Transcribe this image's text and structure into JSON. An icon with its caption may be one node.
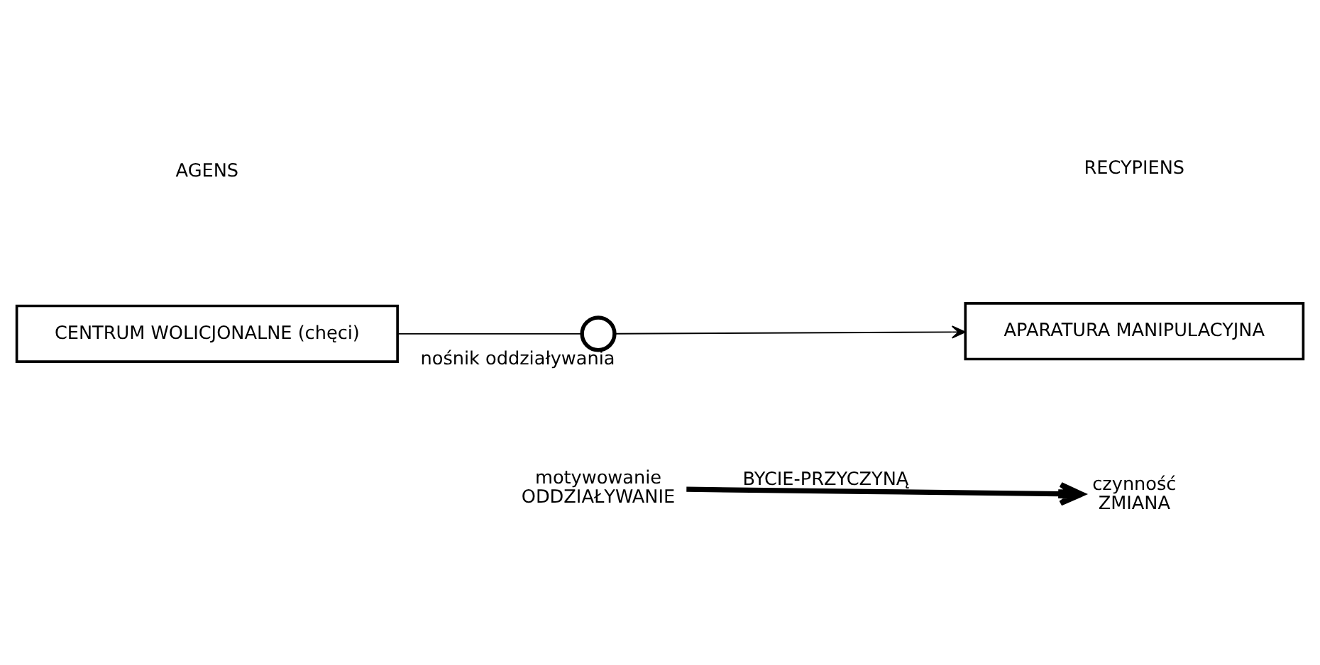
{
  "diagram": {
    "nodes": [
      {
        "text": [
          "CENTRUM WOLICJONALNE (chęci)"
        ]
      },
      {
        "text": [],
        "shape": "circle",
        "beside": [
          "nośnik oddziaływania"
        ]
      },
      {
        "text": [
          "APARATURA MANIPULACYJNA"
        ]
      },
      {
        "text": [
          "motywowanie",
          "ODDZIAŁYWANIE"
        ]
      },
      {
        "text": [
          "czynność",
          "ZMIANA"
        ]
      }
    ],
    "edges": [
      {
        "from": 0,
        "to": 1,
        "arrow": "none"
      },
      {
        "from": 1,
        "to": 2,
        "arrow": "to"
      },
      {
        "from": 3,
        "to": 4,
        "arrow": "to",
        "label": "BYCIE-PRZYCZYNĄ",
        "style": "thick"
      }
    ],
    "labels": [
      "AGENS",
      "RECYPIENS"
    ]
  }
}
